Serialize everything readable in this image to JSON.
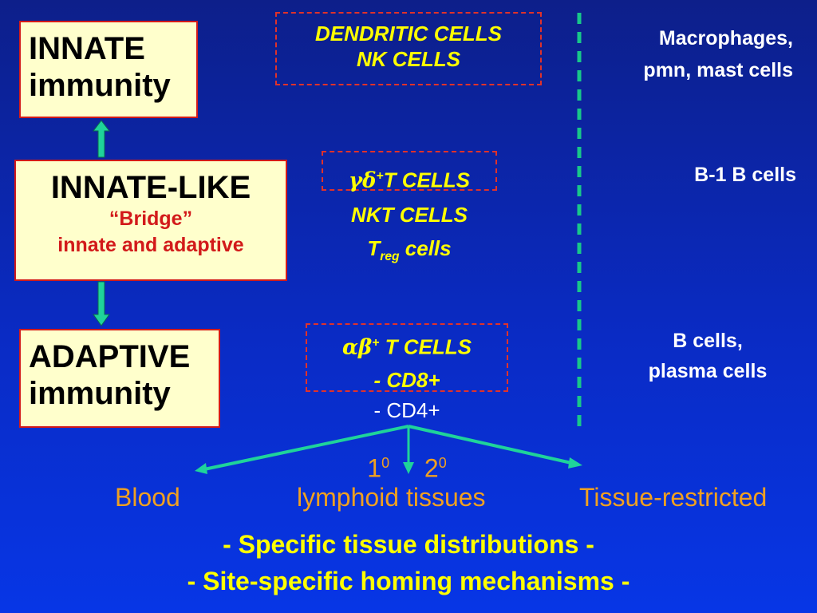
{
  "boxes": {
    "innate": {
      "line1": "INNATE",
      "line2": "immunity"
    },
    "innate_like": {
      "title": "INNATE-LIKE",
      "sub1": "“Bridge”",
      "sub2": "innate and adaptive"
    },
    "adaptive": {
      "line1": "ADAPTIVE",
      "line2": "immunity"
    }
  },
  "center": {
    "dendritic": "DENDRITIC CELLS",
    "nk": "NK CELLS",
    "gd_symbol": "γδ",
    "gd_sup": "+",
    "gd_text": "T CELLS",
    "nkt": "NKT CELLS",
    "treg_T": "T",
    "treg_sub": "reg",
    "treg_rest": " cells",
    "ab_symbol": "αβ",
    "ab_sup": "+",
    "ab_text": " T CELLS",
    "cd8": "-  CD8+",
    "cd4": "-  CD4+"
  },
  "right": {
    "macro1": "Macrophages,",
    "macro2": "pmn, mast cells",
    "b1": "B-1 B cells",
    "bcells1": "B cells,",
    "bcells2": "plasma cells"
  },
  "bottom": {
    "primary": "1",
    "primary_sup": "0",
    "secondary": "2",
    "secondary_sup": "0",
    "blood": "Blood",
    "lymphoid": "lymphoid tissues",
    "tissue": "Tissue-restricted",
    "specific": "- Specific tissue distributions -",
    "homing": "- Site-specific homing mechanisms -"
  },
  "colors": {
    "box_fill": "#ffffcc",
    "box_border": "#d21a1a",
    "arrow": "#1fd39a",
    "yellow_text": "#ffff00",
    "orange_text": "#f0a020",
    "dash_red": "#e0322a",
    "divider": "#18c78a"
  }
}
